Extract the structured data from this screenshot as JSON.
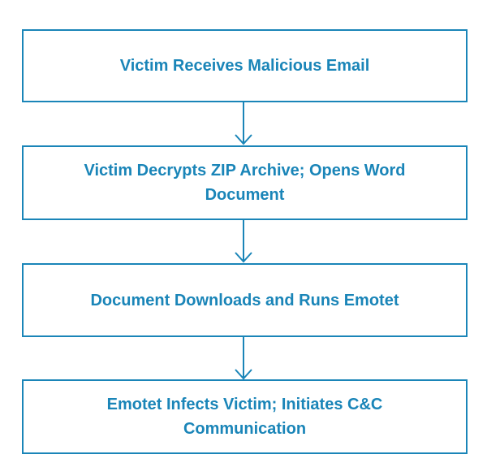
{
  "diagram": {
    "accent_color": "#1a85b8",
    "steps": [
      {
        "label": "Victim Receives Malicious Email"
      },
      {
        "label": "Victim Decrypts ZIP Archive; Opens Word Document"
      },
      {
        "label": "Document Downloads and Runs Emotet"
      },
      {
        "label": "Emotet Infects Victim; Initiates C&C Communication"
      }
    ]
  }
}
